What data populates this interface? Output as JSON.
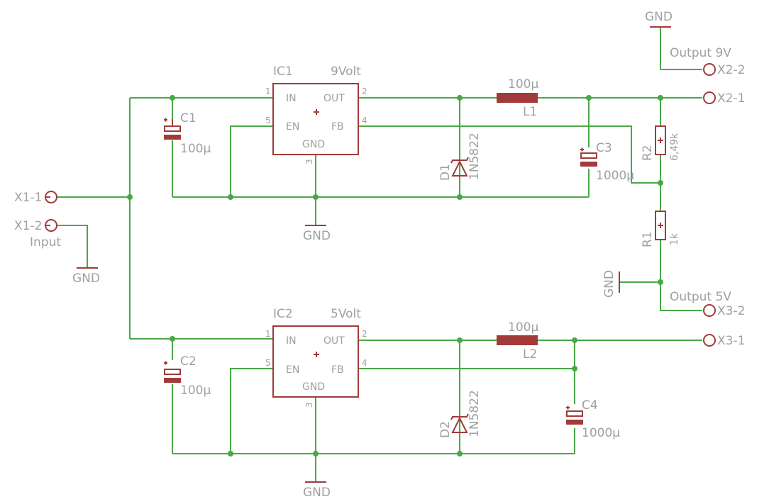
{
  "ic1": {
    "name": "IC1",
    "value": "9Volt",
    "pins": {
      "in": "IN",
      "out": "OUT",
      "en": "EN",
      "fb": "FB",
      "gnd": "GND"
    },
    "pin_nums": [
      "1",
      "2",
      "3",
      "4",
      "5"
    ]
  },
  "ic2": {
    "name": "IC2",
    "value": "5Volt",
    "pins": {
      "in": "IN",
      "out": "OUT",
      "en": "EN",
      "fb": "FB",
      "gnd": "GND"
    },
    "pin_nums": [
      "1",
      "2",
      "3",
      "4",
      "5"
    ]
  },
  "c1": {
    "name": "C1",
    "value": "100µ"
  },
  "c2": {
    "name": "C2",
    "value": "100µ"
  },
  "c3": {
    "name": "C3",
    "value": "1000µ"
  },
  "c4": {
    "name": "C4",
    "value": "1000µ"
  },
  "l1": {
    "name": "L1",
    "value": "100µ"
  },
  "l2": {
    "name": "L2",
    "value": "100µ"
  },
  "d1": {
    "name": "D1",
    "value": "1N5822"
  },
  "d2": {
    "name": "D2",
    "value": "1N5822"
  },
  "r1": {
    "name": "R1",
    "value": "1k"
  },
  "r2": {
    "name": "R2",
    "value": "6,49k"
  },
  "connectors": {
    "x1_1": "X1-1",
    "x1_2": "X1-2",
    "input": "Input",
    "x2_1": "X2-1",
    "x2_2": "X2-2",
    "output9": "Output 9V",
    "x3_1": "X3-1",
    "x3_2": "X3-2",
    "output5": "Output 5V"
  },
  "gnd": "GND",
  "colors": {
    "wire": "#4aa846",
    "symbol": "#a23a3a",
    "label": "#a0a0a0",
    "background": "#ffffff"
  }
}
